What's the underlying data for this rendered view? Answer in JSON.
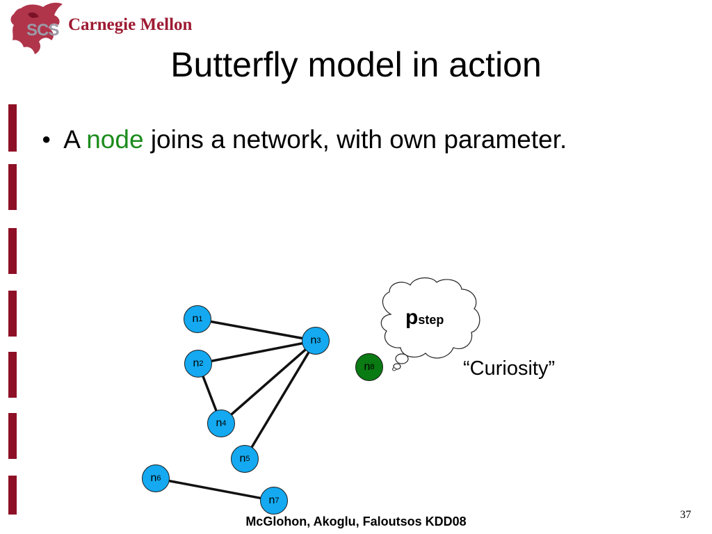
{
  "logo": {
    "initials": "SCS",
    "university": "Carnegie Mellon"
  },
  "slide": {
    "title": "Butterfly model in action",
    "bullet": {
      "before": "A",
      "highlight": "node",
      "after": "joins a network, with own parameter."
    },
    "footer": "McGlohon, Akoglu, Faloutsos KDD08",
    "page_number": "37"
  },
  "diagram": {
    "nodes": [
      {
        "id": "n1",
        "base": "n",
        "sub": "1",
        "color": "#14a9f0"
      },
      {
        "id": "n2",
        "base": "n",
        "sub": "2",
        "color": "#14a9f0"
      },
      {
        "id": "n3",
        "base": "n",
        "sub": "3",
        "color": "#14a9f0"
      },
      {
        "id": "n4",
        "base": "n",
        "sub": "4",
        "color": "#14a9f0"
      },
      {
        "id": "n5",
        "base": "n",
        "sub": "5",
        "color": "#14a9f0"
      },
      {
        "id": "n6",
        "base": "n",
        "sub": "6",
        "color": "#14a9f0"
      },
      {
        "id": "n7",
        "base": "n",
        "sub": "7",
        "color": "#14a9f0"
      },
      {
        "id": "n8",
        "base": "n",
        "sub": "8",
        "color": "#0a7a12"
      }
    ],
    "edges": [
      [
        "n1",
        "n3"
      ],
      [
        "n2",
        "n3"
      ],
      [
        "n2",
        "n4"
      ],
      [
        "n4",
        "n3"
      ],
      [
        "n5",
        "n3"
      ],
      [
        "n6",
        "n7"
      ]
    ],
    "thought_bubble": {
      "symbol": "p",
      "subscript": "step"
    },
    "caption": "“Curiosity”"
  },
  "colors": {
    "accent_red": "#9e1b32",
    "highlight_green": "#1c8c1c",
    "node_blue": "#14a9f0",
    "node_green": "#0a7a12"
  }
}
